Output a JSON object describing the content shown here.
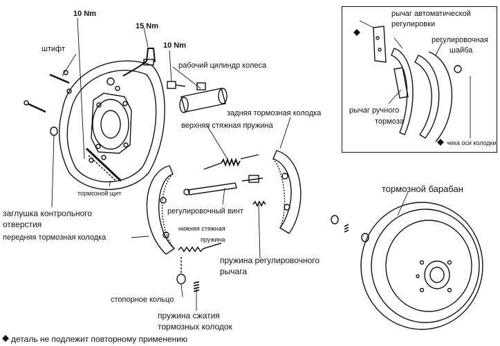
{
  "labels": {
    "torque_10_left": "10 Nm",
    "torque_15": "15 Nm",
    "torque_10_right": "10 Nm",
    "pin": "штифт",
    "wheel_cylinder": "рабочий цилиндр колеса",
    "upper_spring": "верхняя стяжная пружина",
    "rear_shoe": "задняя тормозная колодка",
    "backing_plate": "тормозной щит",
    "inspection_plug_1": "заглушка контрольного",
    "inspection_plug_2": "отверстия",
    "front_shoe": "передняя тормозная колодка",
    "adjusting_screw": "регулировочный винт",
    "lower_spring_1": "нижняя стяжная",
    "lower_spring_2": "пружина",
    "adjuster_lever_spring_1": "пружина регулировочного",
    "adjuster_lever_spring_2": "рычага",
    "c_washer": "стопорное кольцо",
    "hold_spring_1": "пружина сжатия",
    "hold_spring_2": "тормозных колодок",
    "brake_drum": "тормозной барабан"
  },
  "inset": {
    "auto_lever_1": "рычаг автоматической",
    "auto_lever_2": "регулировки",
    "adj_washer_1": "регулировочная",
    "adj_washer_2": "шайба",
    "parking_lever_1": "рычаг ручного",
    "parking_lever_2": "тормоза",
    "shoe_pin": "чека оси колодки"
  },
  "footnote": "деталь не подлежит повторному применению"
}
